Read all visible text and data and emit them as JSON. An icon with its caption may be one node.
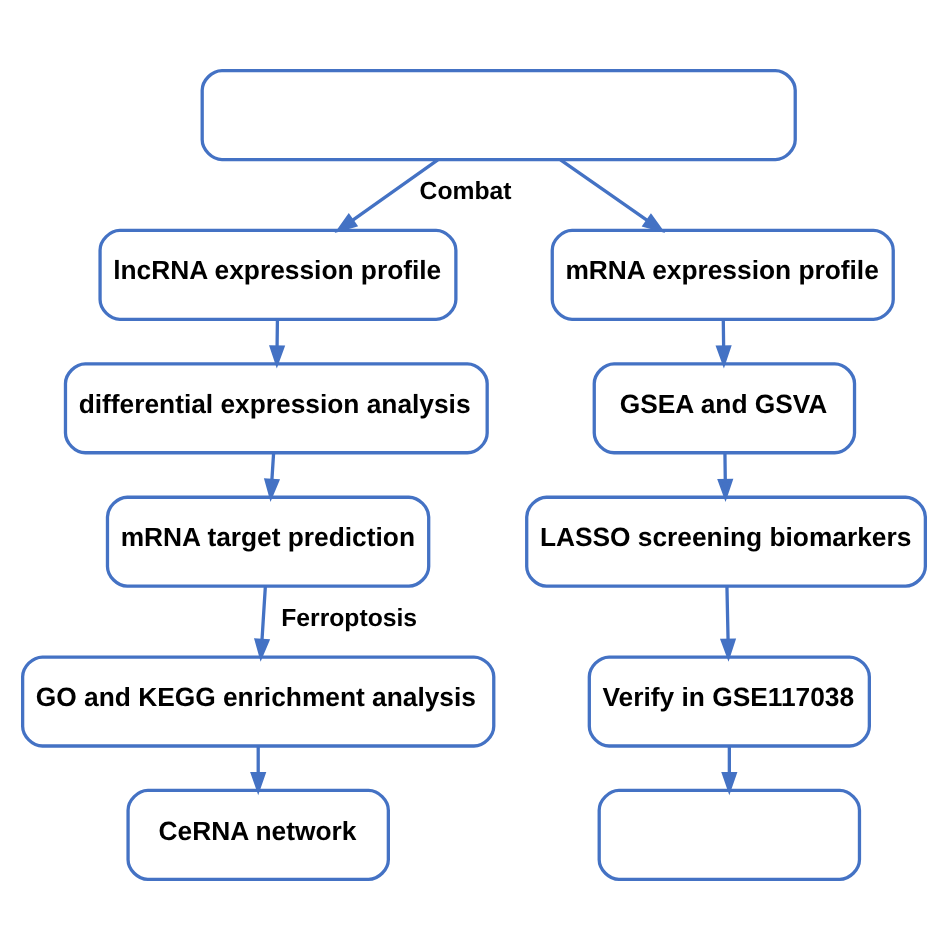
{
  "diagram": {
    "nodes": [
      {
        "text": [],
        "shape": "box"
      },
      {
        "text": [
          "lncRNA expression profile"
        ]
      },
      {
        "text": [
          "mRNA expression profile"
        ]
      },
      {
        "text": [
          "differential expression analysis"
        ]
      },
      {
        "text": [
          "mRNA target prediction"
        ]
      },
      {
        "text": [
          "GO and KEGG enrichment analysis"
        ]
      },
      {
        "text": [
          "CeRNA network"
        ]
      },
      {
        "text": [
          "GSEA and GSVA"
        ]
      },
      {
        "text": [
          "LASSO screening biomarkers"
        ]
      },
      {
        "text": [
          "Verify in GSE117038"
        ]
      },
      {
        "text": [],
        "shape": "box"
      }
    ],
    "edges": [
      {
        "from": 0,
        "to": 1,
        "arrow": "to",
        "label": "Combat"
      },
      {
        "from": 0,
        "to": 2,
        "arrow": "to"
      },
      {
        "from": 1,
        "to": 3,
        "arrow": "to"
      },
      {
        "from": 3,
        "to": 4,
        "arrow": "to"
      },
      {
        "from": 4,
        "to": 5,
        "arrow": "to",
        "label": "Ferroptosis"
      },
      {
        "from": 5,
        "to": 6,
        "arrow": "to"
      },
      {
        "from": 2,
        "to": 7,
        "arrow": "to"
      },
      {
        "from": 7,
        "to": 8,
        "arrow": "to"
      },
      {
        "from": 8,
        "to": 9,
        "arrow": "to"
      },
      {
        "from": 9,
        "to": 10,
        "arrow": "to"
      }
    ]
  }
}
